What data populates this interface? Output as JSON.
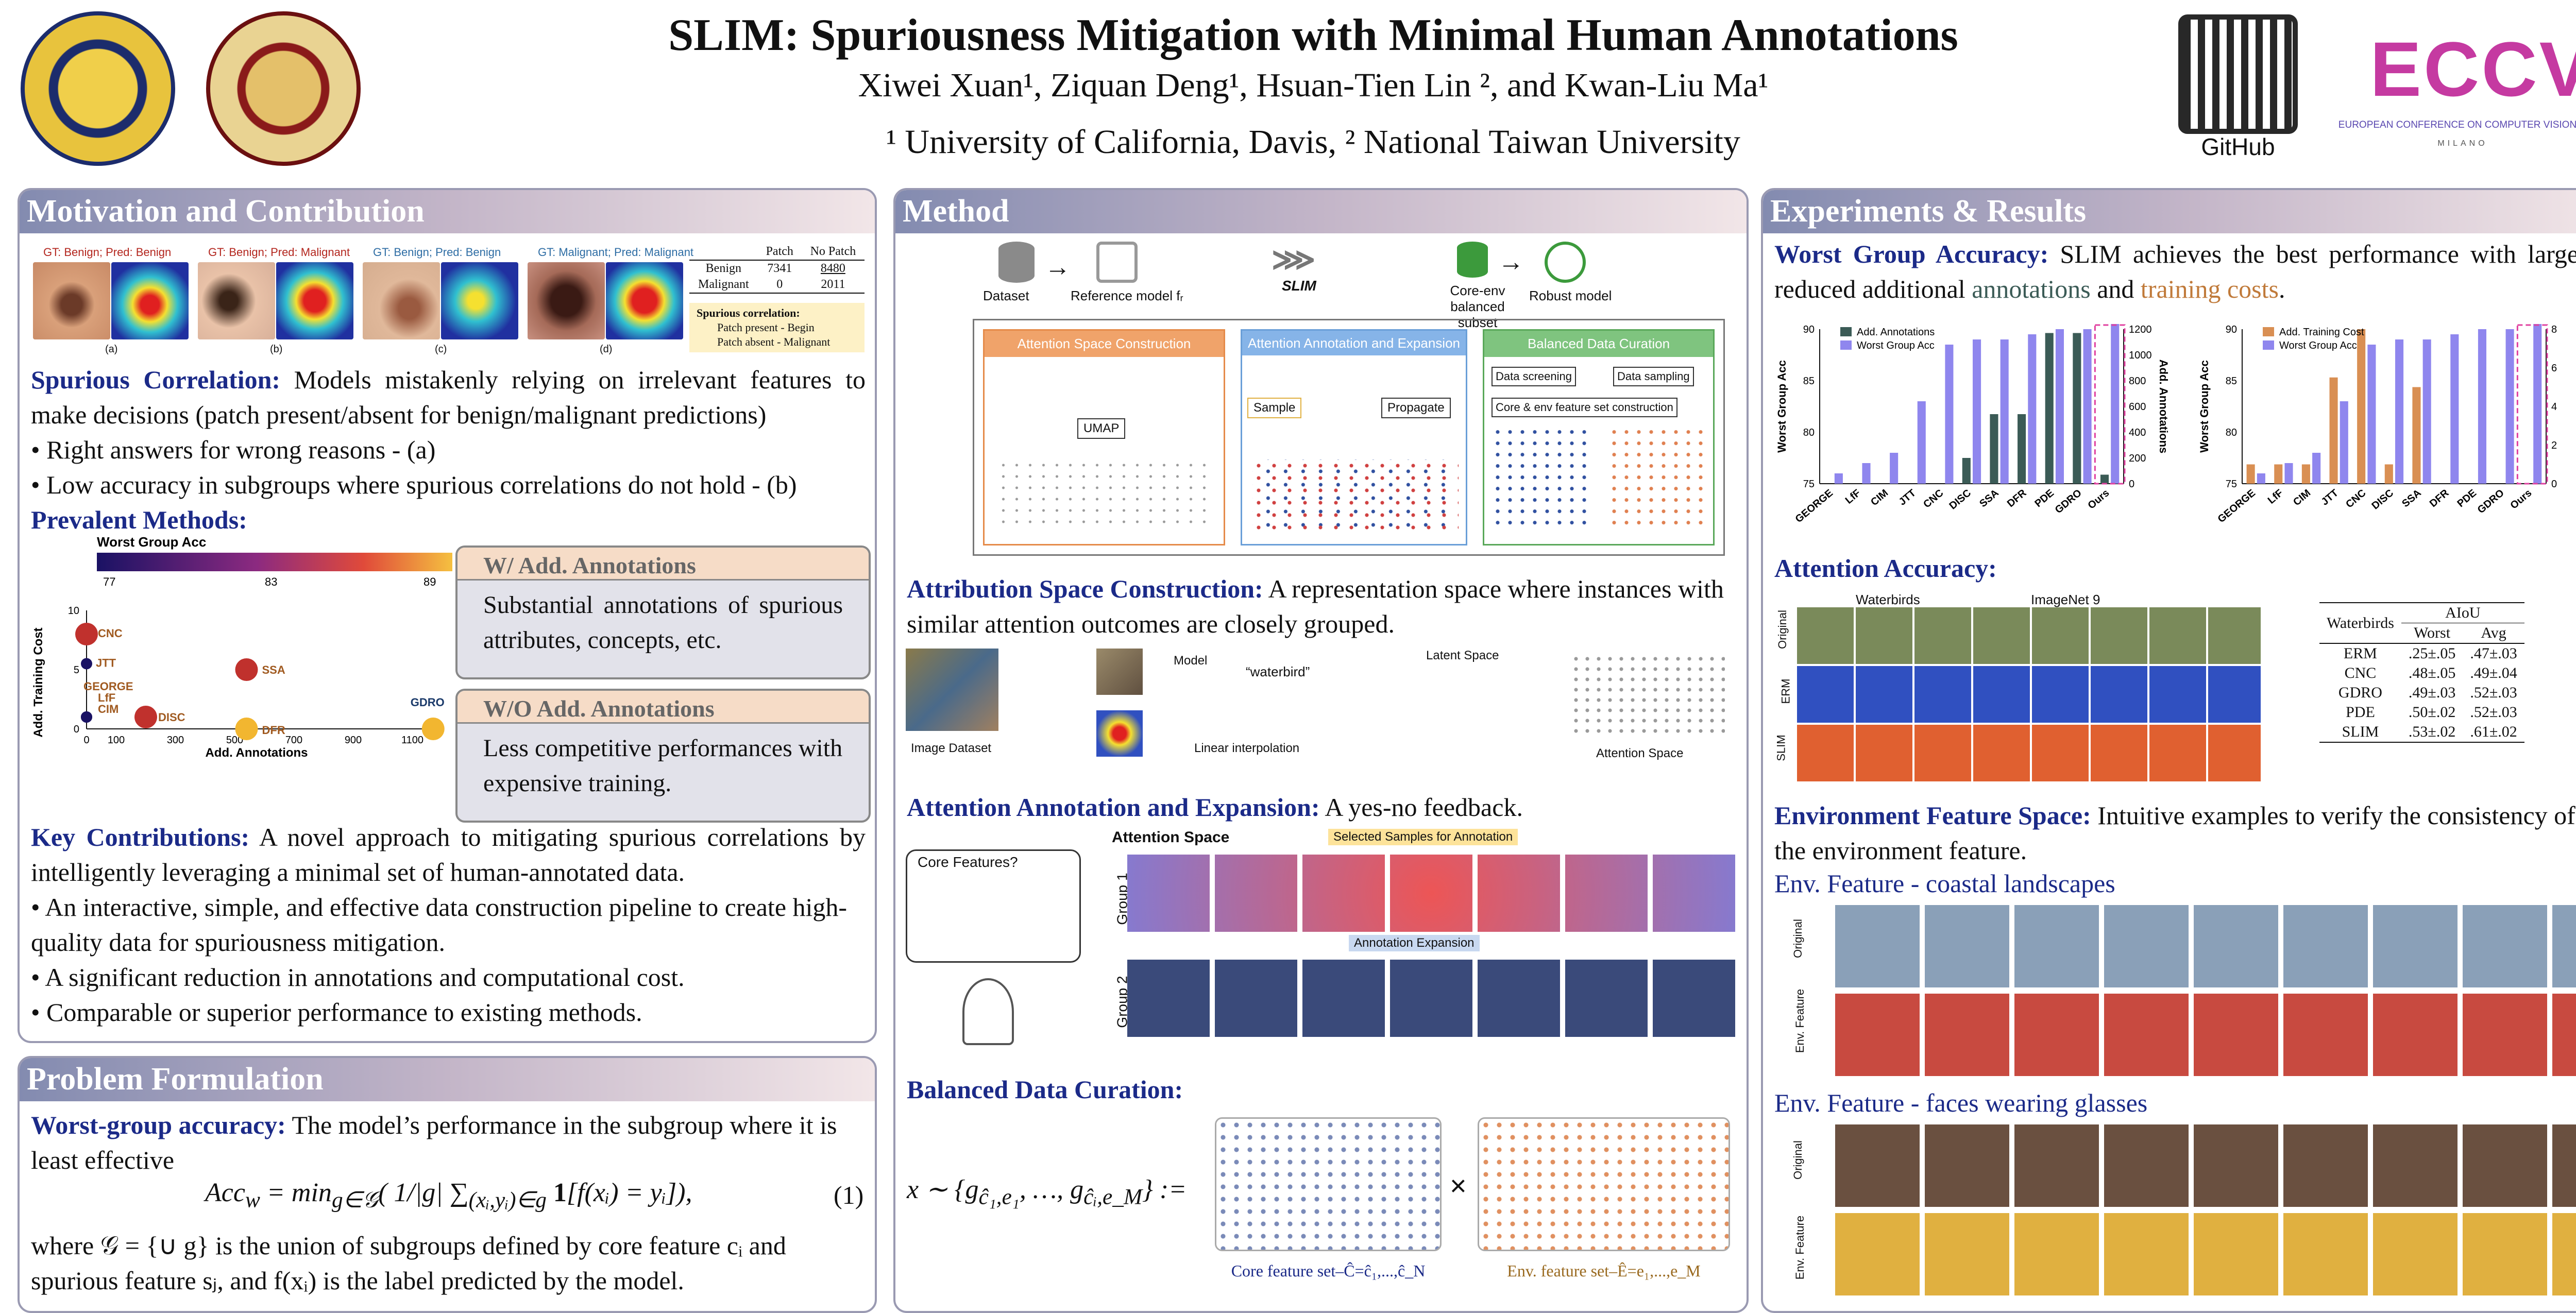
{
  "header": {
    "title": "SLIM: Spuriousness Mitigation with Minimal Human Annotations",
    "authors": "Xiwei Xuan¹, Ziquan Deng¹, Hsuan-Tien Lin ², and Kwan-Liu Ma¹",
    "affiliations": "¹ University of California, Davis, ² National Taiwan University",
    "github": "GitHub",
    "eccv_line": "EUROPEAN CONFERENCE ON COMPUTER VISION",
    "eccv_logo": "ECCV",
    "milano": "MILANO"
  },
  "left": {
    "motivation_title": "Motivation and Contribution",
    "fig1": {
      "labels": [
        "GT: Benign; Pred: Benign",
        "GT: Benign; Pred: Malignant",
        "GT: Benign; Pred: Benign",
        "GT: Malignant; Pred: Malignant"
      ],
      "captions": [
        "(a)",
        "(b)",
        "(c)",
        "(d)"
      ],
      "table_header": [
        "",
        "Patch",
        "No Patch"
      ],
      "table_rows": [
        [
          "Benign",
          "7341",
          "8480"
        ],
        [
          "Malignant",
          "0",
          "2011"
        ]
      ],
      "spurious_note": [
        "Spurious correlation:",
        "Patch present - Begin",
        "Patch absent - Malignant"
      ]
    },
    "spurious_term": "Spurious Correlation:",
    "spurious_text": "Models mistakenly relying on irrelevant features to make decisions (patch present/absent for benign/malignant predictions)",
    "bullet1": "• Right answers for wrong reasons - (a)",
    "bullet2": "• Low accuracy in subgroups where spurious correlations do not hold - (b)",
    "prevalent_title": "Prevalent Methods:",
    "chart_caption": "Worst Group Acc",
    "with_title": "W/ Add. Annotations",
    "with_text": "Substantial annotations of spurious attributes, concepts, etc.",
    "wo_title": "W/O Add. Annotations",
    "wo_text": "Less competitive performances with expensive training.",
    "key_term": "Key Contributions:",
    "key_text": "A novel approach to mitigating spurious correlations by intelligently leveraging a minimal set of human-annotated data.",
    "kb1": "• An interactive, simple, and effective data construction pipeline to create high-quality data for spuriousness mitigation.",
    "kb2": "• A significant reduction in annotations and computational cost.",
    "kb3": "• Comparable or superior performance to existing methods.",
    "problem_title": "Problem Formulation",
    "wga_term": "Worst-group accuracy:",
    "wga_text": "The model’s performance in the subgroup where it is least effective",
    "eq_num": "(1)",
    "where_text": "where 𝒢 = {∪ g} is the union of subgroups defined by core feature cᵢ and spurious feature sⱼ, and f(xᵢ) is the label predicted by the model."
  },
  "middle": {
    "method_title": "Method",
    "dataset": "Dataset",
    "ref_model": "Reference model fᵣ",
    "slim": "SLIM",
    "core_env": "Core-env balanced subset",
    "robust": "Robust model",
    "asc": "Attention Space Construction",
    "aae": "Attention Annotation and Expansion",
    "bdc": "Balanced Data Curation",
    "umap": "UMAP",
    "sample": "Sample",
    "propagate": "Propagate",
    "screening": "Data screening",
    "sampling": "Data sampling",
    "fs_construct": "Core & env feature set construction",
    "attr_term": "Attribution Space Construction:",
    "attr_text": "A representation space where instances with similar attention outcomes are closely grouped.",
    "image_dataset": "Image Dataset",
    "model": "Model",
    "waterbird": "“waterbird”",
    "latent": "Latent Space",
    "linear": "Linear interpolation",
    "att_space": "Attention Space",
    "ann_term": "Attention Annotation and Expansion:",
    "ann_text": "A yes-no feedback.",
    "core_q": "Core Features?",
    "att_space_bold": "Attention Space",
    "selected": "Selected Samples for Annotation",
    "expansion": "Annotation Expansion",
    "group1": "Group 1",
    "group2": "Group 2",
    "bal_term": "Balanced Data Curation:",
    "core_set": "Core feature set–Ĉ=ĉ₁,...,ĉ_N",
    "env_set": "Env. feature set–Ê=e₁,...,e_M"
  },
  "right": {
    "exp_title": "Experiments & Results",
    "wga_term": "Worst Group Accuracy:",
    "wga_text1": "SLIM achieves the best performance with largely reduced additional",
    "annotations": "annotations",
    "and": "and",
    "training_costs": "training costs",
    "att_term": "Attention Accuracy:",
    "waterbirds": "Waterbirds",
    "imagenet": "ImageNet 9",
    "rows": [
      "Original",
      "ERM",
      "SLIM"
    ],
    "aiou_table": {
      "col0": "Waterbirds",
      "aiou": "AIoU",
      "worst": "Worst",
      "avg": "Avg",
      "rows": [
        [
          "ERM",
          ".25±.05",
          ".47±.03"
        ],
        [
          "CNC",
          ".48±.05",
          ".49±.04"
        ],
        [
          "GDRO",
          ".49±.03",
          ".52±.03"
        ],
        [
          "PDE",
          ".50±.02",
          ".52±.03"
        ],
        [
          "SLIM",
          ".53±.02",
          ".61±.02"
        ]
      ]
    },
    "env_term": "Environment Feature Space:",
    "env_text": "Intuitive examples to verify the consistency of the environment feature.",
    "env1": "Env. Feature - coastal landscapes",
    "env2": "Env. Feature - faces wearing glasses",
    "orig": "Original",
    "envf": "Env. Feature"
  },
  "chart_data": [
    {
      "type": "scatter",
      "title": "Worst Group Acc",
      "xlabel": "Add. Annotations",
      "ylabel": "Add. Training Cost",
      "xlim": [
        0,
        1200
      ],
      "ylim": [
        0,
        10
      ],
      "xticks": [
        0,
        100,
        300,
        500,
        700,
        900,
        1100
      ],
      "yticks": [
        0,
        5,
        10
      ],
      "colorbar": {
        "min_label": "77",
        "mid_label": "83",
        "max_label": "89"
      },
      "points": [
        {
          "name": "CNC",
          "x": 0,
          "y": 8,
          "acc": 88
        },
        {
          "name": "JTT",
          "x": 0,
          "y": 5.5,
          "acc": 80
        },
        {
          "name": "GEORGE",
          "x": 0,
          "y": 1,
          "acc": 77
        },
        {
          "name": "LfF",
          "x": 0,
          "y": 1,
          "acc": 77
        },
        {
          "name": "CIM",
          "x": 0,
          "y": 1,
          "acc": 77
        },
        {
          "name": "DISC",
          "x": 200,
          "y": 1,
          "acc": 88
        },
        {
          "name": "SSA",
          "x": 540,
          "y": 5,
          "acc": 88
        },
        {
          "name": "DFR",
          "x": 540,
          "y": 0,
          "acc": 90
        },
        {
          "name": "GDRO",
          "x": 1170,
          "y": 0,
          "acc": 91
        }
      ]
    },
    {
      "type": "bar",
      "categories": [
        "GEORGE",
        "LfF",
        "CIM",
        "JTT",
        "CNC",
        "DISC",
        "SSA",
        "DFR",
        "PDE",
        "GDRO",
        "Ours"
      ],
      "series": [
        {
          "name": "Add. Annotations",
          "values": [
            0,
            0,
            0,
            0,
            0,
            200,
            540,
            540,
            1170,
            1170,
            70
          ],
          "axis": "right",
          "color": "#3b5b56"
        },
        {
          "name": "Worst Group Acc",
          "values": [
            76,
            77,
            78,
            83,
            88.5,
            89,
            89,
            89.5,
            90,
            90,
            90.5
          ],
          "axis": "left",
          "color": "#8f86ee"
        }
      ],
      "ylabel": "Worst Group Acc",
      "y2label": "Add. Annotations",
      "ylim": [
        75,
        90
      ],
      "yticks": [
        75,
        80,
        85,
        90
      ],
      "y2lim": [
        0,
        1200
      ],
      "y2ticks": [
        0,
        200,
        400,
        600,
        800,
        1000,
        1200
      ]
    },
    {
      "type": "bar",
      "categories": [
        "GEORGE",
        "LfF",
        "CIM",
        "JTT",
        "CNC",
        "DISC",
        "SSA",
        "DFR",
        "PDE",
        "GDRO",
        "Ours"
      ],
      "series": [
        {
          "name": "Add. Training Cost",
          "values": [
            1,
            1,
            1,
            5.5,
            8,
            1,
            5,
            0,
            0,
            0,
            0
          ],
          "axis": "right",
          "color": "#d98f53"
        },
        {
          "name": "Worst Group Acc",
          "values": [
            76,
            77,
            78,
            83,
            88.5,
            89,
            89,
            89.5,
            90,
            90,
            90.5
          ],
          "axis": "left",
          "color": "#8f86ee"
        }
      ],
      "ylabel": "Worst Group Acc",
      "y2label": "Add. Training Cost",
      "ylim": [
        75,
        90
      ],
      "yticks": [
        75,
        80,
        85,
        90
      ],
      "y2lim": [
        0,
        8
      ],
      "y2ticks": [
        0,
        2,
        4,
        6,
        8
      ]
    }
  ]
}
